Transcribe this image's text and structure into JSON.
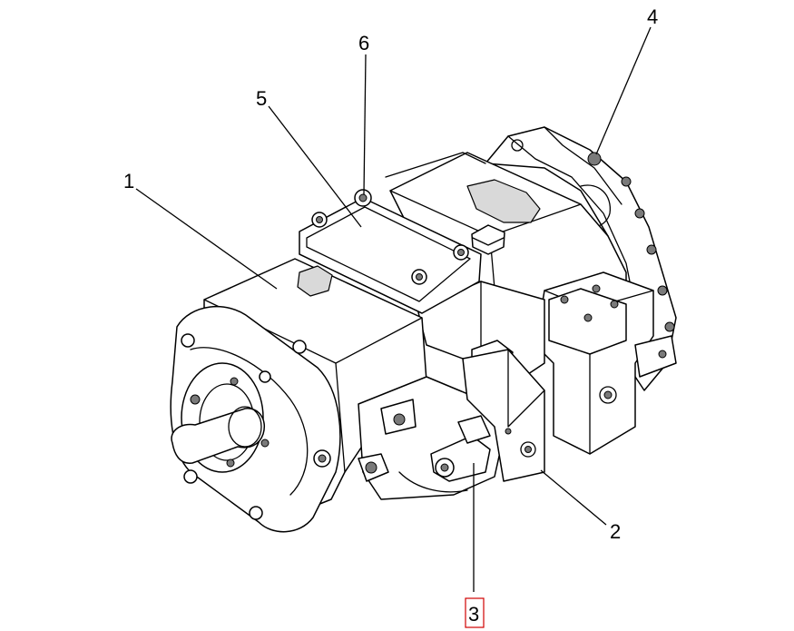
{
  "diagram": {
    "callouts": [
      {
        "id": "1",
        "label": "1"
      },
      {
        "id": "2",
        "label": "2"
      },
      {
        "id": "3",
        "label": "3",
        "highlighted": true
      },
      {
        "id": "4",
        "label": "4"
      },
      {
        "id": "5",
        "label": "5"
      },
      {
        "id": "6",
        "label": "6"
      }
    ],
    "highlight_color": "#d00000",
    "line_color": "#000000",
    "shade_color": "#d9d9d9"
  }
}
